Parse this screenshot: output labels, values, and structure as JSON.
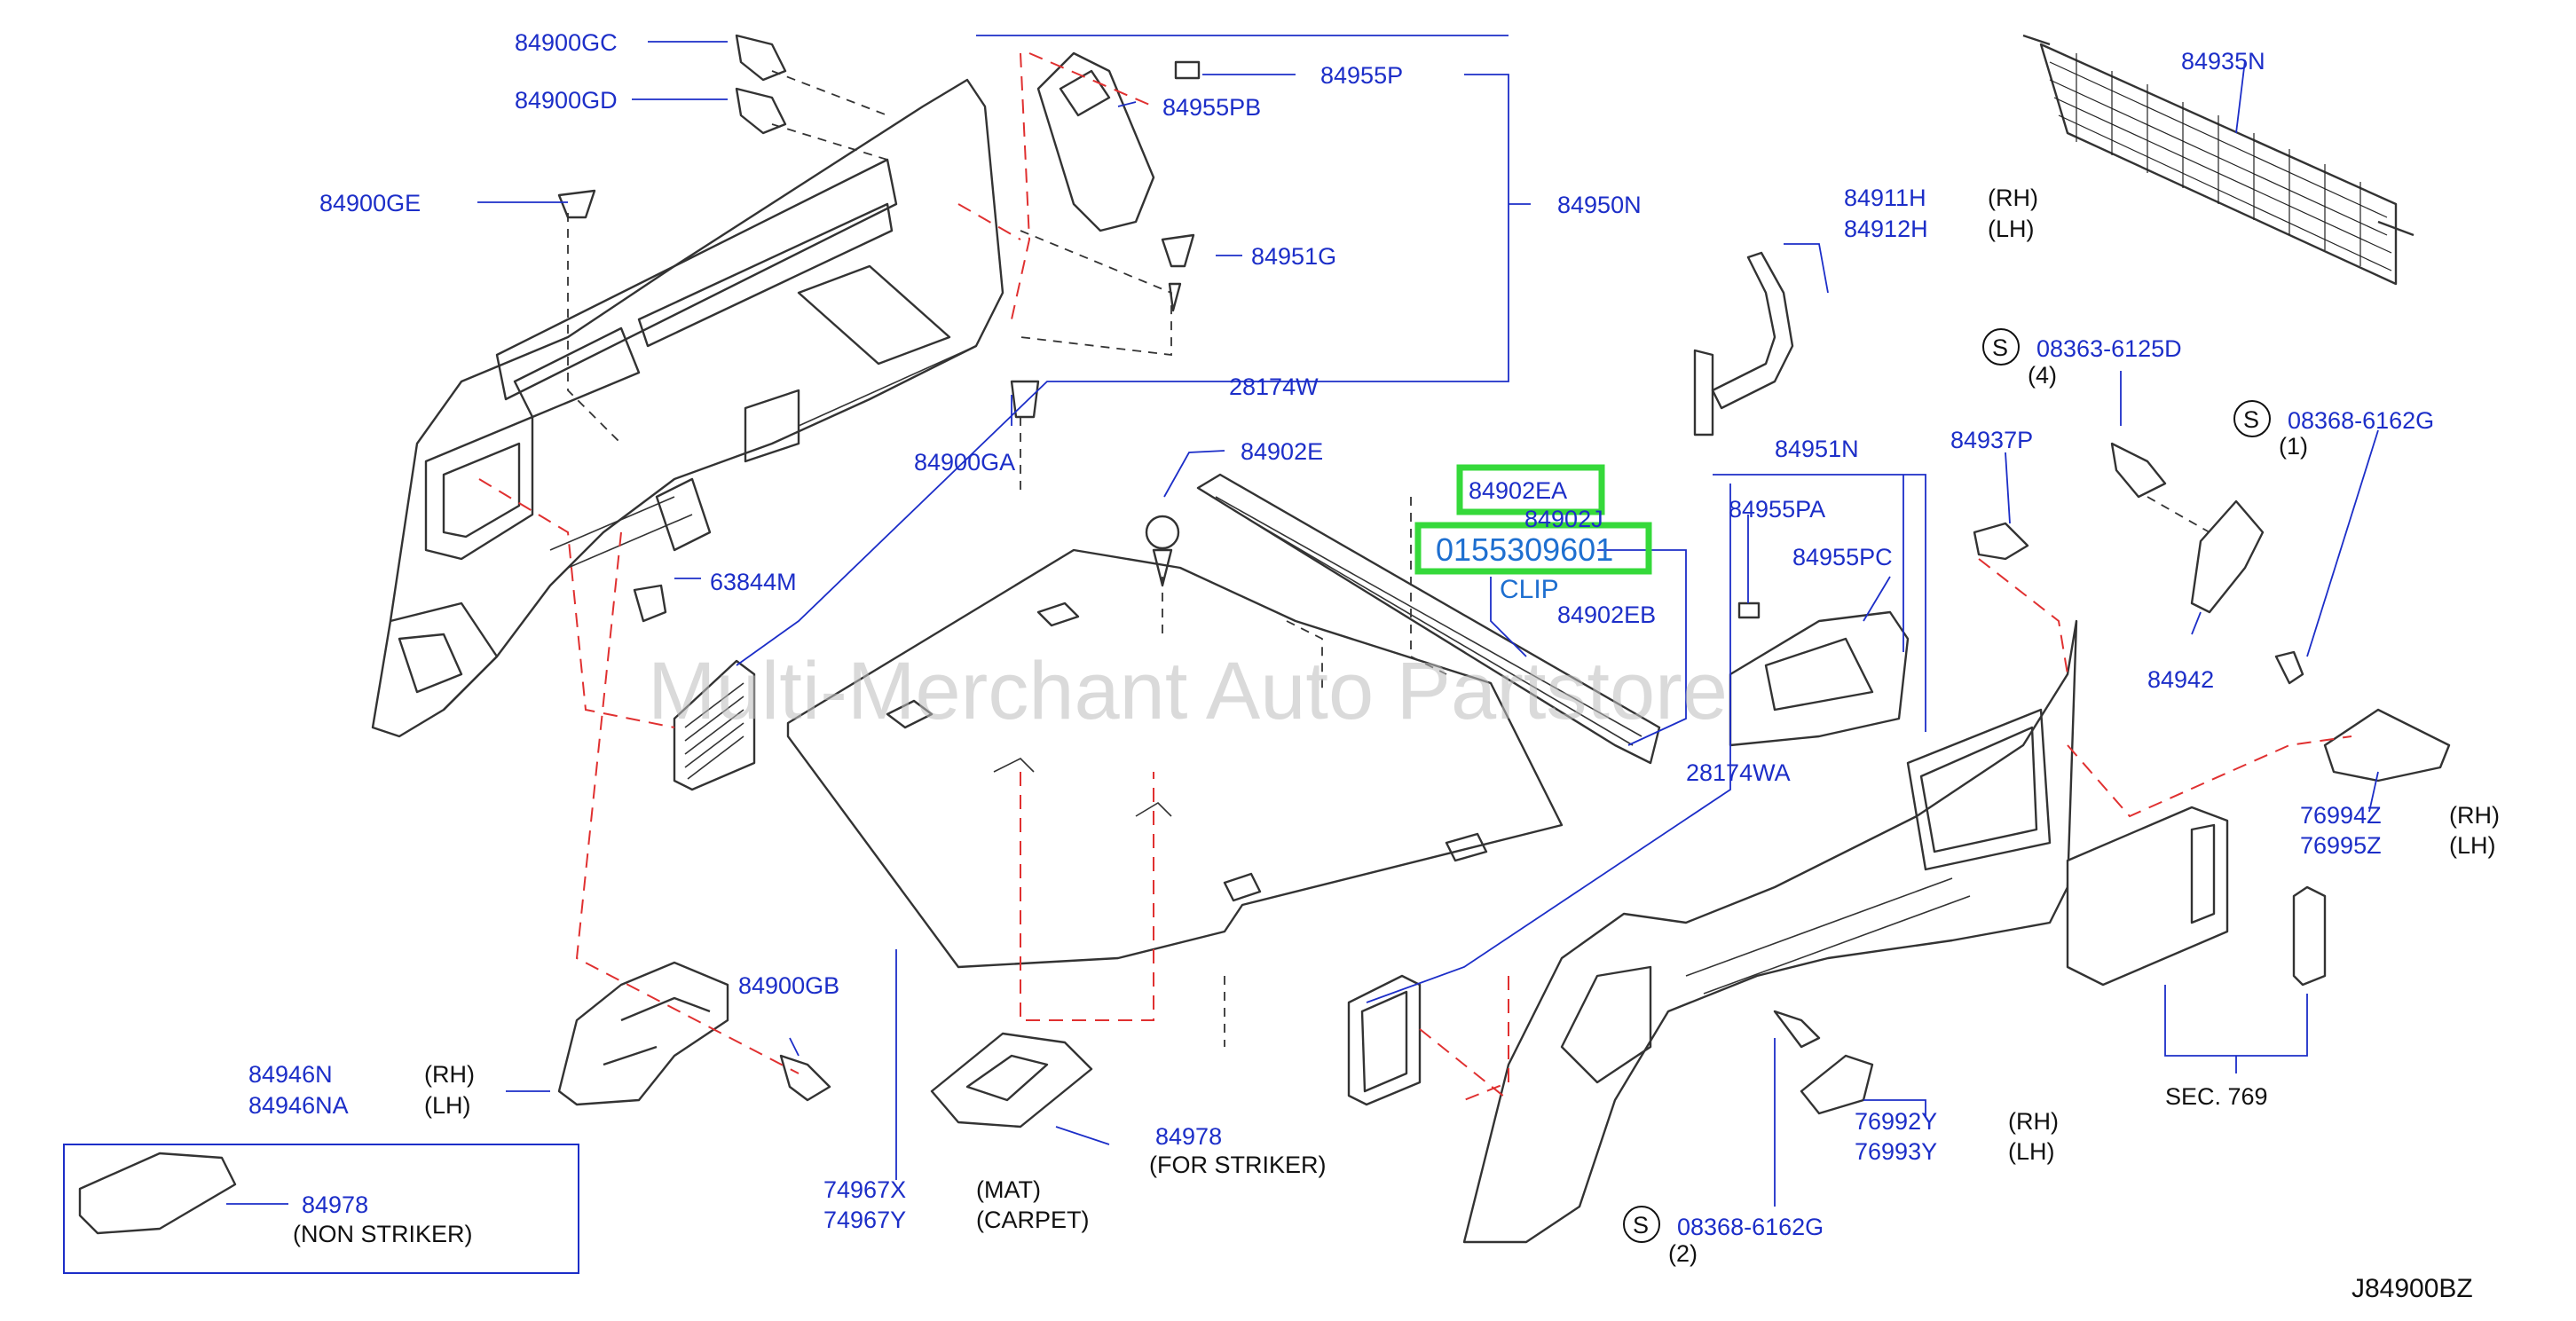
{
  "watermark": "Multi-Merchant Auto Partstore",
  "labels": {
    "p84900GC": "84900GC",
    "p84900GD": "84900GD",
    "p84900GE": "84900GE",
    "p84955P": "84955P",
    "p84955PB": "84955PB",
    "p84950N": "84950N",
    "p84951G": "84951G",
    "p28174W": "28174W",
    "p84900GA": "84900GA",
    "p84902E": "84902E",
    "p84902EA": "84902EA",
    "p84902J": "84902J",
    "highlight_part": "0155309601",
    "clip": "CLIP",
    "p84902EB": "84902EB",
    "p63844M": "63844M",
    "p28174WA": "28174WA",
    "p84951N": "84951N",
    "p84955PA": "84955PA",
    "p84955PC": "84955PC",
    "p84937P": "84937P",
    "p84911H": "84911H",
    "p84912H": "84912H",
    "p84935N": "84935N",
    "p08363_6125D": "08363-6125D",
    "p08368_6162G": "08368-6162G",
    "p84942": "84942",
    "p76994Z": "76994Z",
    "p76995Z": "76995Z",
    "sec769": "SEC.  769",
    "p84900GB": "84900GB",
    "p84946N": "84946N",
    "p84946NA": "84946NA",
    "p84978": "84978",
    "for_striker": "(FOR   STRIKER)",
    "non_striker": "(NON   STRIKER)",
    "p74967X": "74967X",
    "p74967Y": "74967Y",
    "mat": "(MAT)",
    "carpet": "(CARPET)",
    "p76992Y": "76992Y",
    "p76993Y": "76993Y",
    "rh": "(RH)",
    "lh": "(LH)",
    "s": "S",
    "qty1": "(1)",
    "qty2": "(2)",
    "qty4": "(4)",
    "diagram_code": "J84900BZ"
  },
  "colors": {
    "label_blue": "#1c2ec8",
    "highlight_green": "#35d93a",
    "highlight_text_blue": "#1e6fd0",
    "guide_red": "#e03030",
    "linework": "#333333"
  }
}
